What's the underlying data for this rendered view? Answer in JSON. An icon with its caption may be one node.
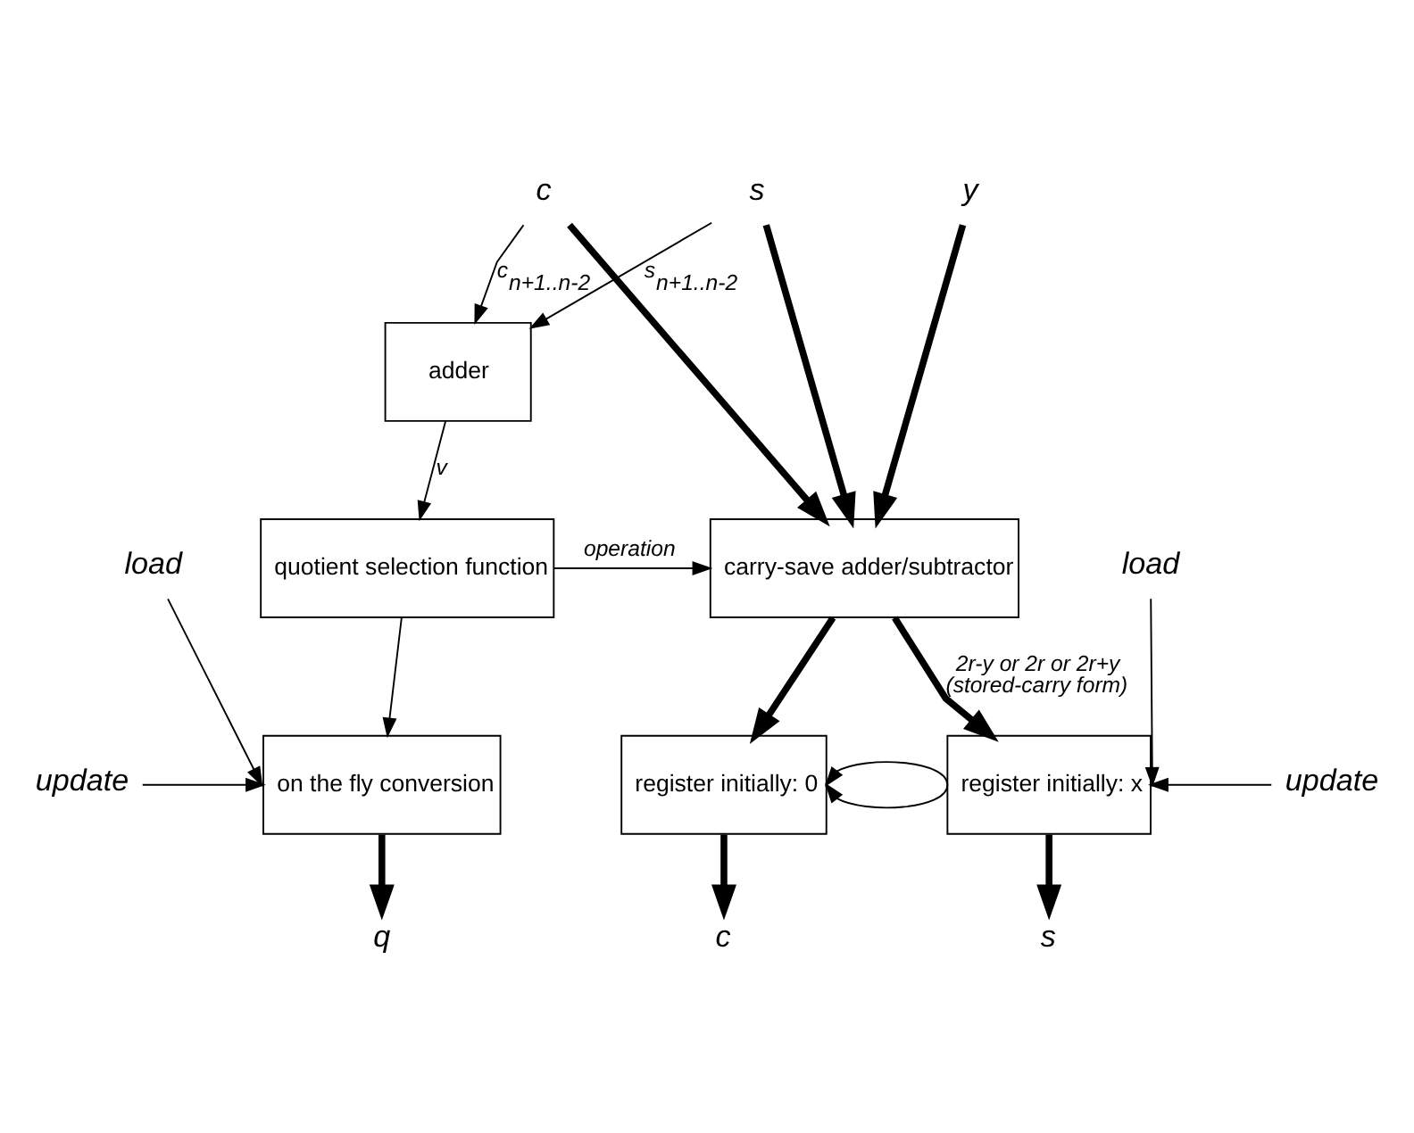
{
  "diagram": {
    "nodes": [
      {
        "text": [
          "c"
        ]
      },
      {
        "text": [
          "s"
        ]
      },
      {
        "text": [
          "y"
        ]
      },
      {
        "text": [
          "adder"
        ]
      },
      {
        "text": [
          "quotient selection function"
        ]
      },
      {
        "text": [
          "carry-save adder/subtractor"
        ]
      },
      {
        "text": [
          "load"
        ]
      },
      {
        "text": [
          "update"
        ]
      },
      {
        "text": [
          "on the fly conversion"
        ]
      },
      {
        "text": [
          "register initially: 0"
        ]
      },
      {
        "text": [
          "register initially: x"
        ]
      },
      {
        "text": [
          "load"
        ]
      },
      {
        "text": [
          "update"
        ]
      },
      {
        "text": [
          "q"
        ]
      },
      {
        "text": [
          "c"
        ]
      },
      {
        "text": [
          "s"
        ]
      }
    ],
    "edges": [
      {
        "from": 0,
        "to": 3,
        "arrow": "to",
        "label": "c$_{n+1..n-2}$"
      },
      {
        "from": 1,
        "to": 3,
        "arrow": "to",
        "label": "s$_{n+1..n-2}$"
      },
      {
        "from": 0,
        "to": 5,
        "arrow": "to",
        "style": "thick"
      },
      {
        "from": 1,
        "to": 5,
        "arrow": "to",
        "style": "thick"
      },
      {
        "from": 2,
        "to": 5,
        "arrow": "to",
        "style": "thick"
      },
      {
        "from": 3,
        "to": 4,
        "arrow": "to",
        "label": "v"
      },
      {
        "from": 4,
        "to": 5,
        "arrow": "to",
        "label": "operation"
      },
      {
        "from": 4,
        "to": 8,
        "arrow": "to"
      },
      {
        "from": 6,
        "to": 8,
        "arrow": "to"
      },
      {
        "from": 7,
        "to": 8,
        "arrow": "to"
      },
      {
        "from": 8,
        "to": 13,
        "arrow": "to",
        "style": "thick"
      },
      {
        "from": 5,
        "to": 9,
        "arrow": "to",
        "style": "thick"
      },
      {
        "from": 5,
        "to": 10,
        "arrow": "to",
        "style": "thick",
        "label": "2r-y or 2r or 2r+y (stored-carry form)"
      },
      {
        "from": 10,
        "to": 9,
        "arrow": "to"
      },
      {
        "from": 10,
        "to": 9,
        "arrow": "to"
      },
      {
        "from": 11,
        "to": 10,
        "arrow": "to"
      },
      {
        "from": 12,
        "to": 10,
        "arrow": "to"
      },
      {
        "from": 9,
        "to": 14,
        "arrow": "to",
        "style": "thick"
      },
      {
        "from": 10,
        "to": 15,
        "arrow": "to",
        "style": "thick"
      }
    ]
  }
}
